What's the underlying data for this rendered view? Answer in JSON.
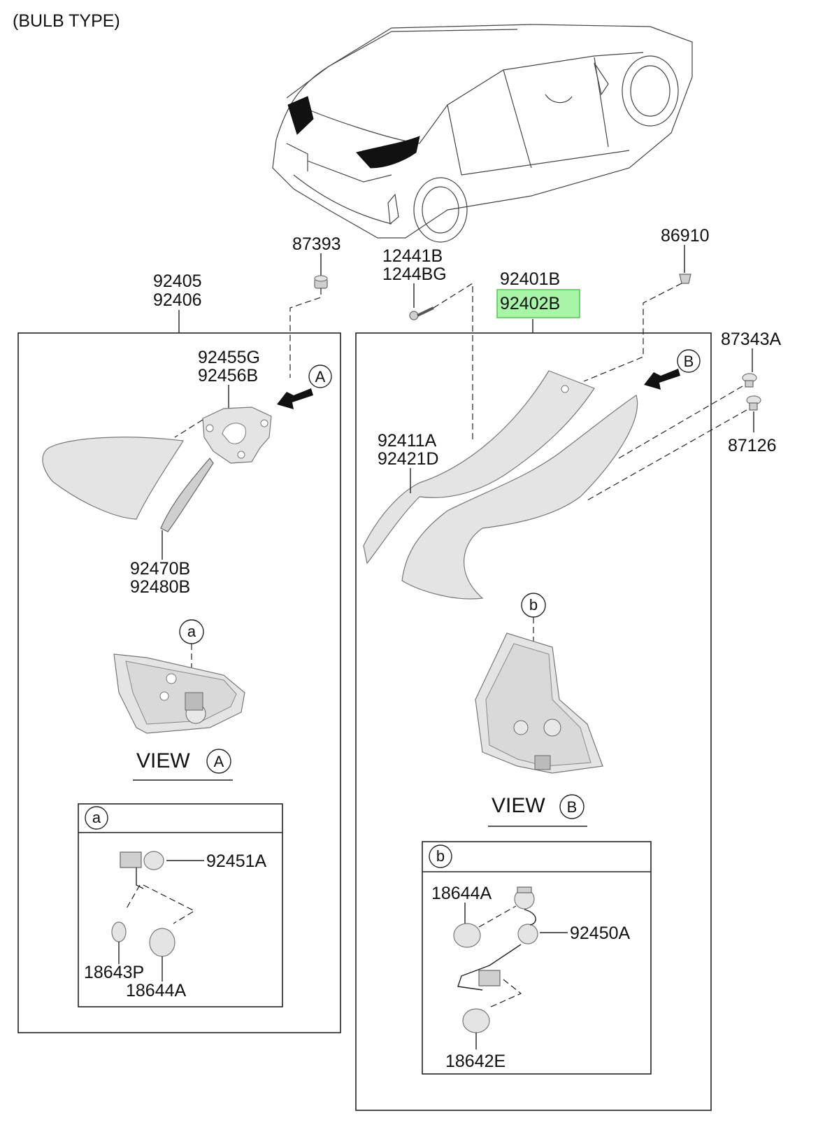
{
  "header": {
    "title": "(BULB TYPE)"
  },
  "colors": {
    "highlight_fill": "#a8f5a8",
    "highlight_stroke": "#47c447"
  },
  "labels": {
    "p87393": "87393",
    "p12441b": "12441B",
    "p1244bg": "1244BG",
    "p92401b": "92401B",
    "p92402b": "92402B",
    "p86910": "86910",
    "p92405": "92405",
    "p92406": "92406",
    "p92455g": "92455G",
    "p92456b": "92456B",
    "p92470b": "92470B",
    "p92480b": "92480B",
    "p87343a": "87343A",
    "p87126": "87126",
    "p92411a": "92411A",
    "p92421d": "92421D",
    "p92451a": "92451A",
    "p18643p": "18643P",
    "p18644a_left": "18644A",
    "p18644a_right": "18644A",
    "p92450a": "92450A",
    "p18642e": "18642E"
  },
  "callouts": {
    "A": "A",
    "B": "B",
    "a": "a",
    "b": "b",
    "view_word": "VIEW"
  }
}
